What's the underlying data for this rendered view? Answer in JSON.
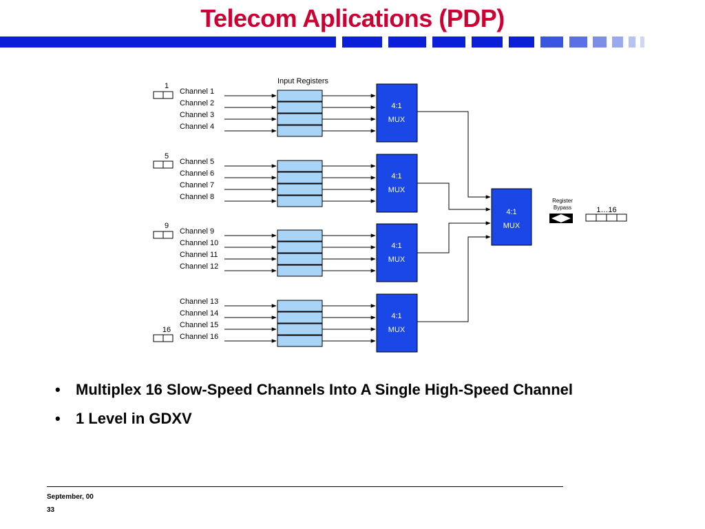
{
  "slide": {
    "title": "Telecom Aplications (PDP)",
    "bullets": [
      "Multiplex 16 Slow-Speed Channels Into A Single High-Speed Channel",
      "1 Level in GDXV"
    ],
    "footer_date": "September, 00",
    "page_number": "33"
  },
  "diagram": {
    "input_registers_label": "Input Registers",
    "channels": [
      "Channel 1",
      "Channel 2",
      "Channel 3",
      "Channel 4",
      "Channel 5",
      "Channel 6",
      "Channel 7",
      "Channel 8",
      "Channel 9",
      "Channel 10",
      "Channel 11",
      "Channel 12",
      "Channel 13",
      "Channel 14",
      "Channel 15",
      "Channel 16"
    ],
    "group_labels": [
      "1",
      "5",
      "9",
      "16"
    ],
    "mux_ratio": "4:1",
    "mux_label": "MUX",
    "bypass_label_1": "Register",
    "bypass_label_2": "Bypass",
    "output_label": "1…16"
  },
  "colors": {
    "title": "#cc0033",
    "mux_fill": "#1a47e6",
    "register_fill": "#a8d4f8",
    "bar_blue": "#0a1fd6",
    "bar_light": "#7d8ee8",
    "bar_lighter": "#b8c2f2"
  }
}
